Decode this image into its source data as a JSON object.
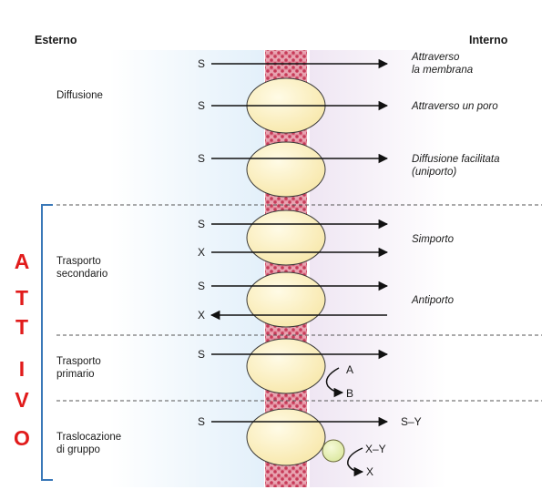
{
  "headers": {
    "outside": "Esterno",
    "inside": "Interno"
  },
  "side_label": {
    "letters": [
      "A",
      "T",
      "T",
      "I",
      "V",
      "O"
    ],
    "color": "#e11b1b"
  },
  "categories": {
    "diffusion": "Diffusione",
    "secondary": [
      "Trasporto",
      "secondario"
    ],
    "primary": [
      "Trasporto",
      "primario"
    ],
    "group": [
      "Traslocazione",
      "di gruppo"
    ]
  },
  "molecules": {
    "s1": "S",
    "s2": "S",
    "s3": "S",
    "s4": "S",
    "x4": "X",
    "s5": "S",
    "x5": "X",
    "s6": "S",
    "s7": "S",
    "a": "A",
    "b": "B",
    "sy": "S–Y",
    "xy": "X–Y",
    "x7": "X"
  },
  "descriptions": {
    "membrane": [
      "Attraverso",
      "la membrana"
    ],
    "pore": "Attraverso un poro",
    "facilitated": [
      "Diffusione facilitata",
      "(uniporto)"
    ],
    "symport": "Simporto",
    "antiport": "Antiporto"
  },
  "colors": {
    "protein": "#fbefb8",
    "protein_stroke": "#3a3a3a",
    "membrane": "#d04a64",
    "outside_bg": "#e6f2fb",
    "inside_bg": "#f1e9f4",
    "bracket": "#3a78b8",
    "small_ball": "#e6efb0"
  }
}
